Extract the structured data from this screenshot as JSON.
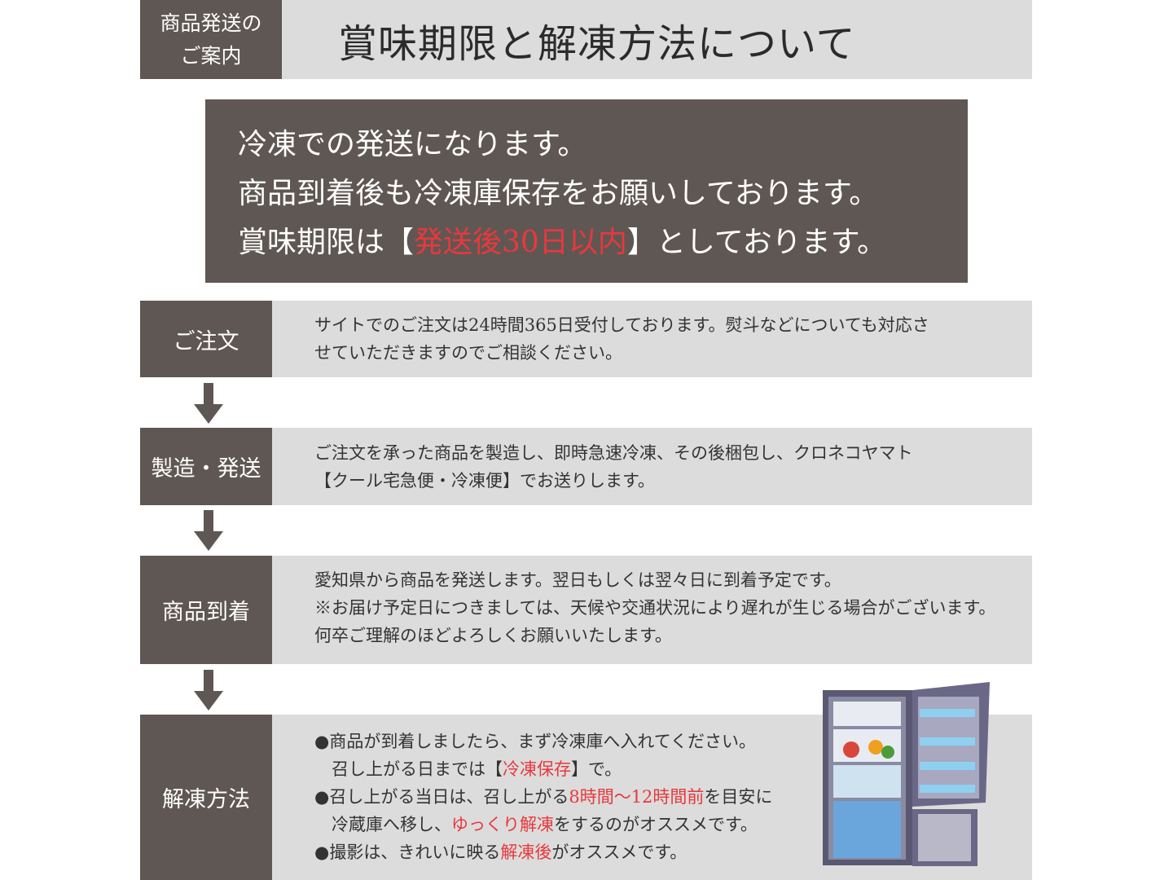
{
  "header": {
    "label_line1": "商品発送の",
    "label_line2": "ご案内",
    "title": "賞味期限と解凍方法について"
  },
  "notice": {
    "line1": "冷凍での発送になります。",
    "line2": "商品到着後も冷凍庫保存をお願いしております。",
    "line3_a": "賞味期限は【",
    "line3_red": "発送後30日以内",
    "line3_b": "】としております。"
  },
  "steps": [
    {
      "label": "ご注文",
      "lines": [
        "サイトでのご注文は24時間365日受付しております。熨斗などについても対応さ",
        "せていただきますのでご相談ください。"
      ]
    },
    {
      "label": "製造・発送",
      "lines": [
        "ご注文を承った商品を製造し、即時急速冷凍、その後梱包し、クロネコヤマト",
        "【クール宅急便・冷凍便】でお送りします。"
      ]
    },
    {
      "label": "商品到着",
      "lines": [
        "愛知県から商品を発送します。翌日もしくは翌々日に到着予定です。",
        "※お届け予定日につきましては、天候や交通状況により遅れが生じる場合がございます。",
        "何卒ご理解のほどよろしくお願いいたします。"
      ]
    },
    {
      "label": "解凍方法",
      "lines": [
        {
          "a": "●商品が到着しましたら、まず冷凍庫へ入れてください。"
        },
        {
          "a": "　召し上がる日までは【",
          "red": "冷凍保存",
          "b": "】で。"
        },
        {
          "a": "●召し上がる当日は、召し上がる",
          "red": "8時間～12時間前",
          "b": "を目安に"
        },
        {
          "a": "　冷蔵庫へ移し、",
          "red": "ゆっくり解凍",
          "b": "をするのがオススメです。"
        },
        {
          "a": "●撮影は、きれいに映る",
          "red": "解凍後",
          "b": "がオススメです。"
        }
      ]
    }
  ],
  "colors": {
    "dark": "#5f5753",
    "light": "#dcdcdc",
    "accent_red": "#e8383d"
  },
  "icons": [
    "arrow-down-icon",
    "refrigerator-illustration"
  ]
}
